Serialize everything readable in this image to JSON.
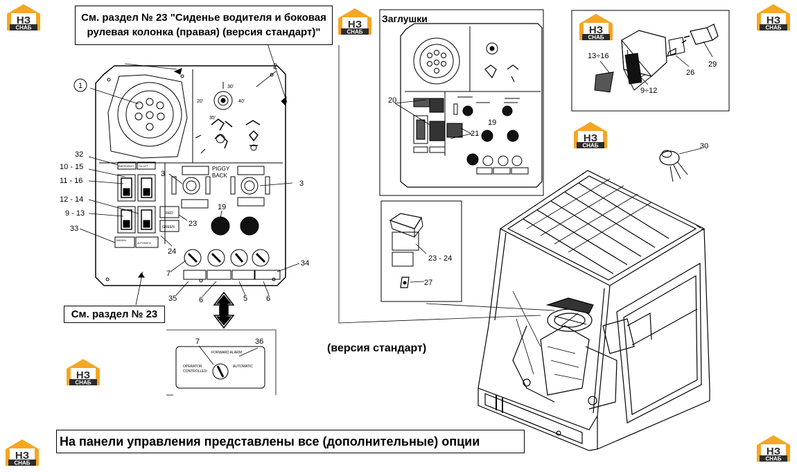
{
  "texts": {
    "section23_title_line1": "См. раздел № 23 \"Сиденье водителя и боковая",
    "section23_title_line2": "рулевая колонка (правая) (версия стандарт)\"",
    "section23_ref": "См. раздел № 23",
    "plugs_title": "Заглушки",
    "version": "(версия стандарт)",
    "footer_note": "На панели управления представлены все (дополнительные) опции"
  },
  "logo": {
    "line1": "НЗ",
    "line2": "СНАБ",
    "color": "#f5a623"
  },
  "panel": {
    "piggy_line1": "PIGGY",
    "piggy_line2": "BACK",
    "angle_30": "30'",
    "angle_20": "20'",
    "angle_40": "40'",
    "angle_35": "35'",
    "red": "RED",
    "green": "GREEN",
    "manual": "MANUAL",
    "automatic": "AUTOMATIC",
    "switch_label_a": "EMERGENCY",
    "switch_label_b": "OIL LIFT",
    "label_forward_alarm": "FORWARD ALARM",
    "label_operator_controlled_1": "OPERATOR",
    "label_operator_controlled_2": "CONTROLLED",
    "label_automatic_inset": "AUTOMATIC"
  },
  "callouts": {
    "c1": "1",
    "c2": "2",
    "c3a": "3",
    "c3b": "3",
    "c32": "32",
    "c10_15": "10 - 15",
    "c11_16": "11 - 16",
    "c12_14": "12 - 14",
    "c9_13": "9 - 13",
    "c33": "33",
    "c19": "19",
    "c23": "23",
    "c24": "24",
    "c7": "7",
    "c34": "34",
    "c35": "35",
    "c6a": "6",
    "c5": "5",
    "c6b": "6",
    "c7b": "7",
    "c36": "36",
    "c20": "20",
    "c21": "21",
    "c19b": "19",
    "c13_16": "13÷16",
    "c9_12": "9÷12",
    "c26": "26",
    "c29": "29",
    "c30": "30",
    "c23_24": "23 - 24",
    "c27": "27"
  }
}
